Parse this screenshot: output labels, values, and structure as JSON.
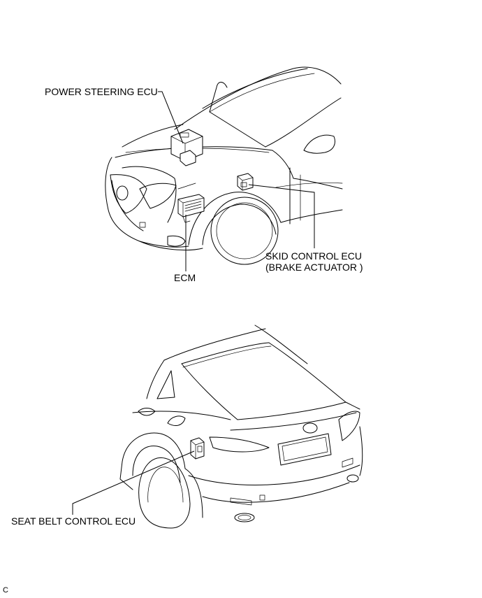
{
  "labels": {
    "power_steering_ecu": "POWER STEERING ECU",
    "ecm": "ECM",
    "skid_control_ecu_line1": "SKID CONTROL ECU",
    "skid_control_ecu_line2": "(BRAKE ACTUATOR )",
    "seat_belt_control_ecu": "SEAT BELT CONTROL ECU"
  },
  "corner_mark": "C"
}
